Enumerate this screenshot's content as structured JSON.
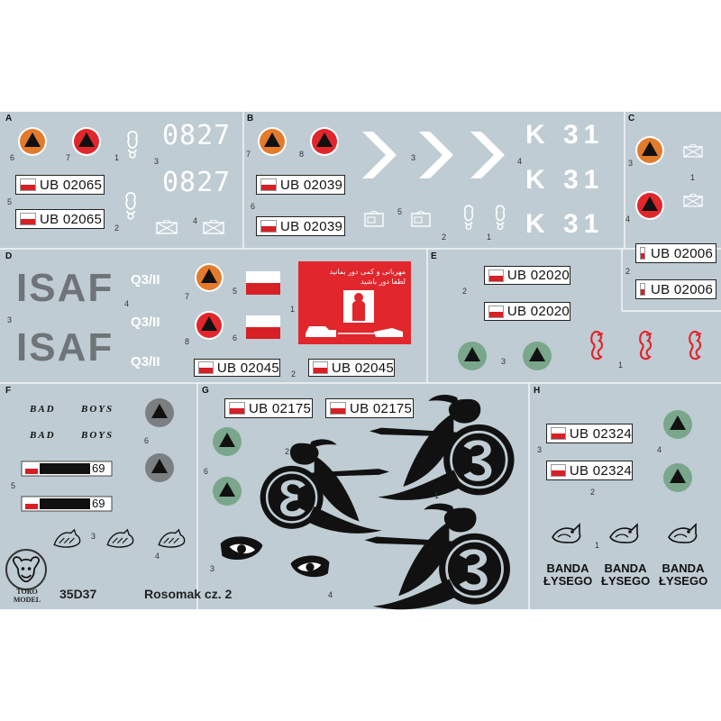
{
  "colors": {
    "sheet_background": "#bfccd3",
    "panel_line": "#ffffff",
    "orange": "#e27b2c",
    "red": "#e1262c",
    "green": "#7aa78c",
    "gray": "#7c7f82",
    "black": "#111111",
    "polish_red": "#d71f26"
  },
  "sections": {
    "A": "A",
    "B": "B",
    "C": "C",
    "D": "D",
    "E": "E",
    "F": "F",
    "G": "G",
    "H": "H"
  },
  "plates": {
    "a1": "UB 02065",
    "a2": "UB 02065",
    "b1": "UB 02039",
    "b2": "UB 02039",
    "c1": "UB 02006",
    "c2": "UB 02006",
    "d1": "UB 02045",
    "d2": "UB 02045",
    "e1": "UB 02020",
    "e2": "UB 02020",
    "g1": "UB 02175",
    "g2": "UB 02175",
    "h1": "UB 02324",
    "h2": "UB 02324"
  },
  "tactical_numbers": {
    "a1": "0827",
    "a2": "0827"
  },
  "k_codes": [
    "K 31",
    "K 31",
    "K 31"
  ],
  "isaf": [
    "ISAF",
    "ISAF"
  ],
  "q3": [
    "Q3/II",
    "Q3/II",
    "Q3/II"
  ],
  "bad_boys": {
    "w1": "BAD",
    "w2": "BOYS"
  },
  "f_plates": [
    "69",
    "69"
  ],
  "banda": [
    "BANDA",
    "ŁYSEGO"
  ],
  "warning_text": [
    "مهربانی و کمی دور بمانید",
    "لطفا دور باشید"
  ],
  "numbers": {
    "a": [
      "6",
      "7",
      "1",
      "3",
      "5",
      "2",
      "4"
    ],
    "b": [
      "7",
      "8",
      "3",
      "4",
      "6",
      "5",
      "1",
      "2"
    ],
    "c": [
      "3",
      "1",
      "4",
      "2"
    ],
    "d": [
      "3",
      "4",
      "7",
      "5",
      "1",
      "8",
      "6",
      "2"
    ],
    "e": [
      "2",
      "3",
      "1"
    ],
    "f": [
      "6",
      "5",
      "3",
      "4"
    ],
    "g": [
      "2",
      "6",
      "1",
      "3",
      "4"
    ],
    "h": [
      "3",
      "2",
      "4",
      "1"
    ]
  },
  "logo": {
    "line1": "TORO",
    "line2": "MODEL"
  },
  "footer": {
    "code": "35D37",
    "title": "Rosomak  cz. 2"
  }
}
